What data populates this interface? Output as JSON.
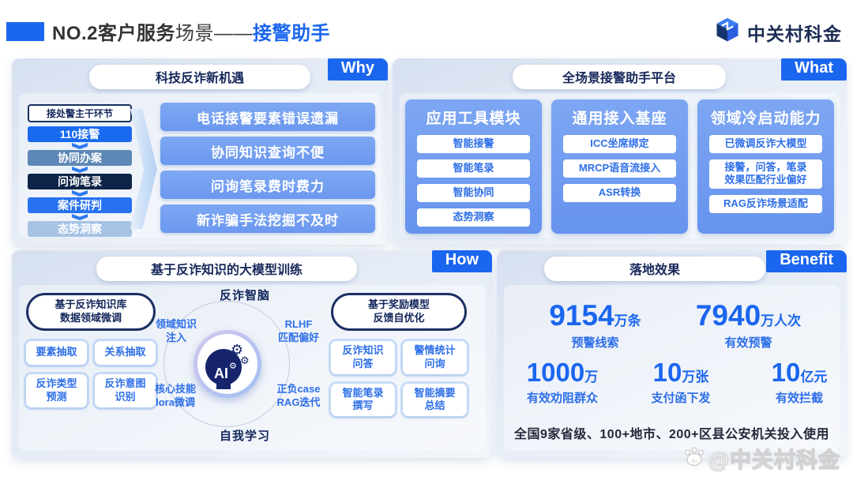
{
  "header": {
    "title": {
      "no": "NO.2",
      "bold": "客户服务",
      "normal": "场景",
      "dash": "——",
      "accent": "接警助手"
    },
    "logo_text": "中关村科金"
  },
  "why": {
    "tag": "Why",
    "title": "科技反诈新机遇",
    "flow_header": "接处警主干环节",
    "flow": [
      {
        "label": "110接警",
        "bg": "#1a6af0",
        "fg": "#ffffff"
      },
      {
        "label": "协同办案",
        "bg": "#5d87b5",
        "fg": "#ffffff"
      },
      {
        "label": "问询笔录",
        "bg": "#0d2347",
        "fg": "#ffffff"
      },
      {
        "label": "案件研判",
        "bg": "#2672f0",
        "fg": "#ffffff"
      },
      {
        "label": "态势洞察",
        "bg": "#a6c3e4",
        "fg": "#ffffff"
      }
    ],
    "problems": [
      "电话接警要素错误遗漏",
      "协同知识查询不便",
      "问询笔录费时费力",
      "新诈骗手法挖掘不及时"
    ]
  },
  "what": {
    "tag": "What",
    "title": "全场景接警助手平台",
    "columns": [
      {
        "title": "应用工具模块",
        "items": [
          "智能接警",
          "智能笔录",
          "智能协同",
          "态势洞察"
        ]
      },
      {
        "title": "通用接入基座",
        "items": [
          "ICC坐席绑定",
          "MRCP语音流接入",
          "ASR转换"
        ]
      },
      {
        "title": "领域冷启动能力",
        "items": [
          "已微调反诈大模型",
          "接警，问答，笔录\n效果匹配行业偏好",
          "RAG反诈场景适配"
        ]
      }
    ]
  },
  "how": {
    "tag": "How",
    "title": "基于反诈知识的大模型训练",
    "left_group": {
      "title": "基于反诈知识库\n数据领域微调",
      "items": [
        "要素抽取",
        "关系抽取",
        "反诈类型\n预测",
        "反诈意图\n识别"
      ]
    },
    "right_group": {
      "title": "基于奖励模型\n反馈自优化",
      "items": [
        "反诈知识\n问答",
        "警情统计\n问询",
        "智能笔录\n撰写",
        "智能摘要\n总结"
      ]
    },
    "center": {
      "top_label": "反诈智脑",
      "bottom_label": "自我学习",
      "ai_label": "AI",
      "around": [
        "领域知识\n注入",
        "RLHF\n匹配偏好",
        "核心技能\nlora微调",
        "正负case\nRAG迭代"
      ]
    }
  },
  "benefit": {
    "tag": "Benefit",
    "title": "落地效果",
    "stats_row1": [
      {
        "value": "9154",
        "unit": "万条",
        "label": "预警线索"
      },
      {
        "value": "7940",
        "unit": "万人次",
        "label": "有效预警"
      }
    ],
    "stats_row2": [
      {
        "value": "1000",
        "unit": "万",
        "label": "有效劝阻群众"
      },
      {
        "value": "10",
        "unit": "万张",
        "label": "支付函下发"
      },
      {
        "value": "10",
        "unit": "亿元",
        "label": "有效拦截"
      }
    ],
    "footer": "全国9家省级、100+地市、200+区县公安机关投入使用"
  },
  "watermark": "@中关村科金",
  "colors": {
    "accent_blue": "#1b66ee",
    "card_blue": "#6f9cf0",
    "dark_navy": "#13265c",
    "item_text_blue": "#2e6fe8",
    "panel_bg": "#e3eaf5"
  }
}
